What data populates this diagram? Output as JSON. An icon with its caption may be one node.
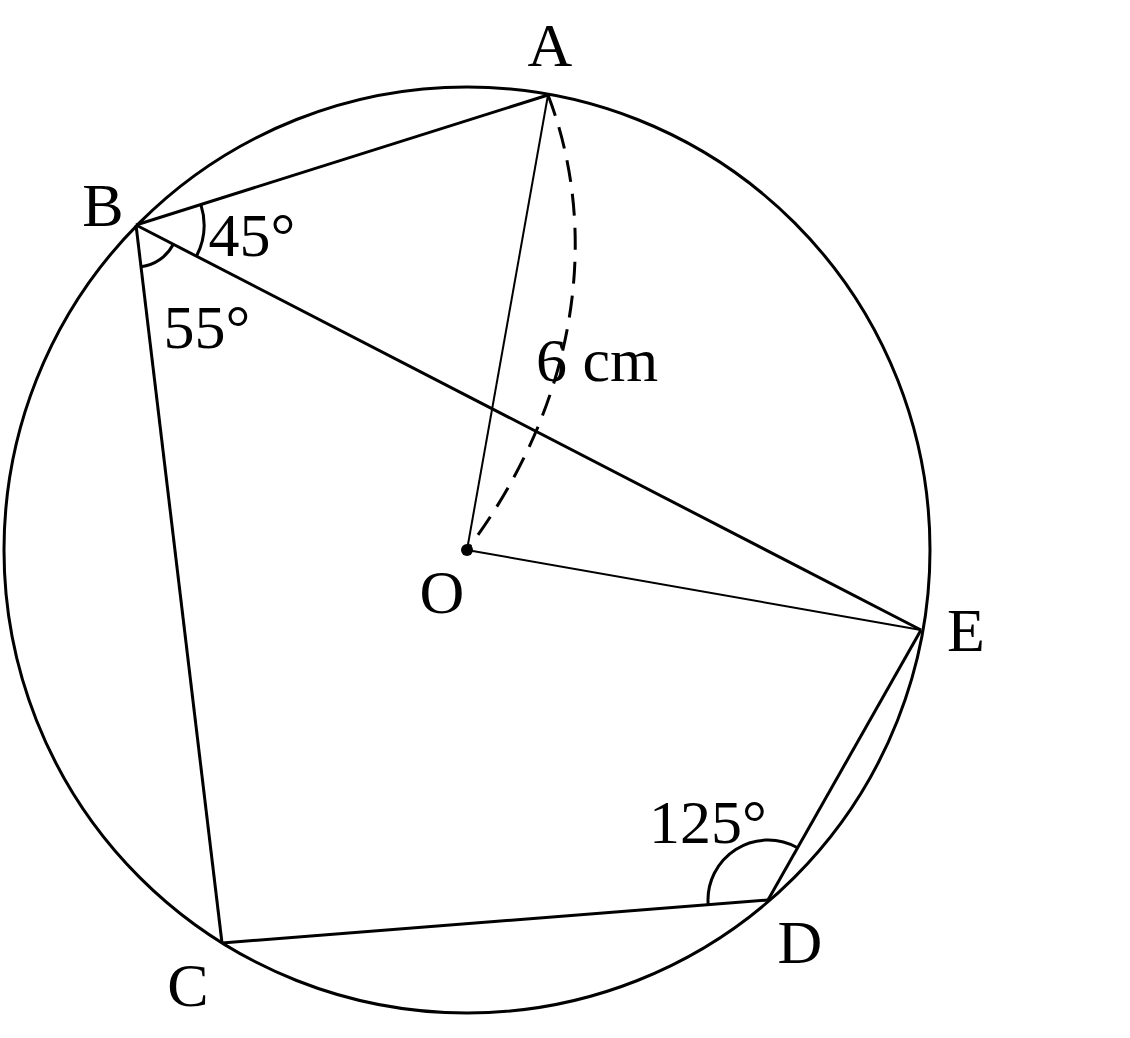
{
  "diagram": {
    "labels": [
      "A",
      "B",
      "45°",
      "55°",
      "6 cm",
      "O",
      "E",
      "125°",
      "D",
      "C"
    ]
  }
}
